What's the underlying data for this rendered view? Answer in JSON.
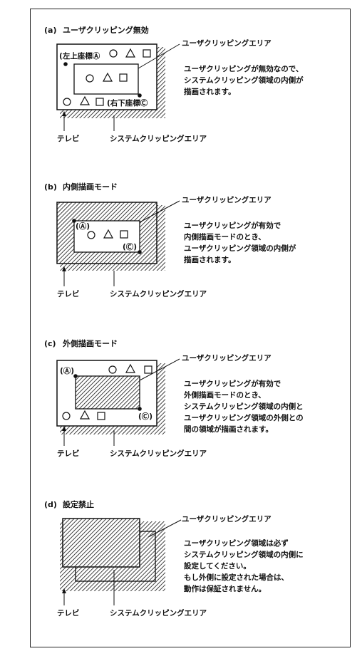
{
  "sections": [
    {
      "tag": "(a)",
      "title": "ユーザクリッピング無効",
      "user_area_label": "ユーザクリッピングエリア",
      "tv_label": "テレビ",
      "system_area_label": "システムクリッピングエリア",
      "corner_tl": "(左上座標Ⓐ",
      "corner_br": "(右下座標Ⓒ",
      "desc": [
        "ユーザクリッピングが無効なので、",
        "システムクリッピング領域の内側が",
        "描画されます。"
      ]
    },
    {
      "tag": "(b)",
      "title": "内側描画モード",
      "user_area_label": "ユーザクリッピングエリア",
      "tv_label": "テレビ",
      "system_area_label": "システムクリッピングエリア",
      "corner_tl": "(Ⓐ)",
      "corner_br": "(Ⓒ)",
      "desc": [
        "ユーザクリッピングが有効で",
        "内側描画モードのとき、",
        "ユーザクリッピング領域の内側が",
        "描画されます。"
      ]
    },
    {
      "tag": "(c)",
      "title": "外側描画モード",
      "user_area_label": "ユーザクリッピングエリア",
      "tv_label": "テレビ",
      "system_area_label": "システムクリッピングエリア",
      "corner_tl": "(Ⓐ)",
      "corner_br": "(Ⓒ)",
      "desc": [
        "ユーザクリッピングが有効で",
        "外側描画モードのとき、",
        "システムクリッピング領域の内側と",
        "ユーザクリッピング領域の外側との",
        "間の領域が描画されます。"
      ]
    },
    {
      "tag": "(d)",
      "title": "設定禁止",
      "user_area_label": "ユーザクリッピングエリア",
      "tv_label": "テレビ",
      "system_area_label": "システムクリッピングエリア",
      "desc": [
        "ユーザクリッピング領域は必ず",
        "システムクリッピング領域の内側に",
        "設定してください。",
        "もし外側に設定された場合は、",
        "動作は保証されません。"
      ]
    }
  ]
}
